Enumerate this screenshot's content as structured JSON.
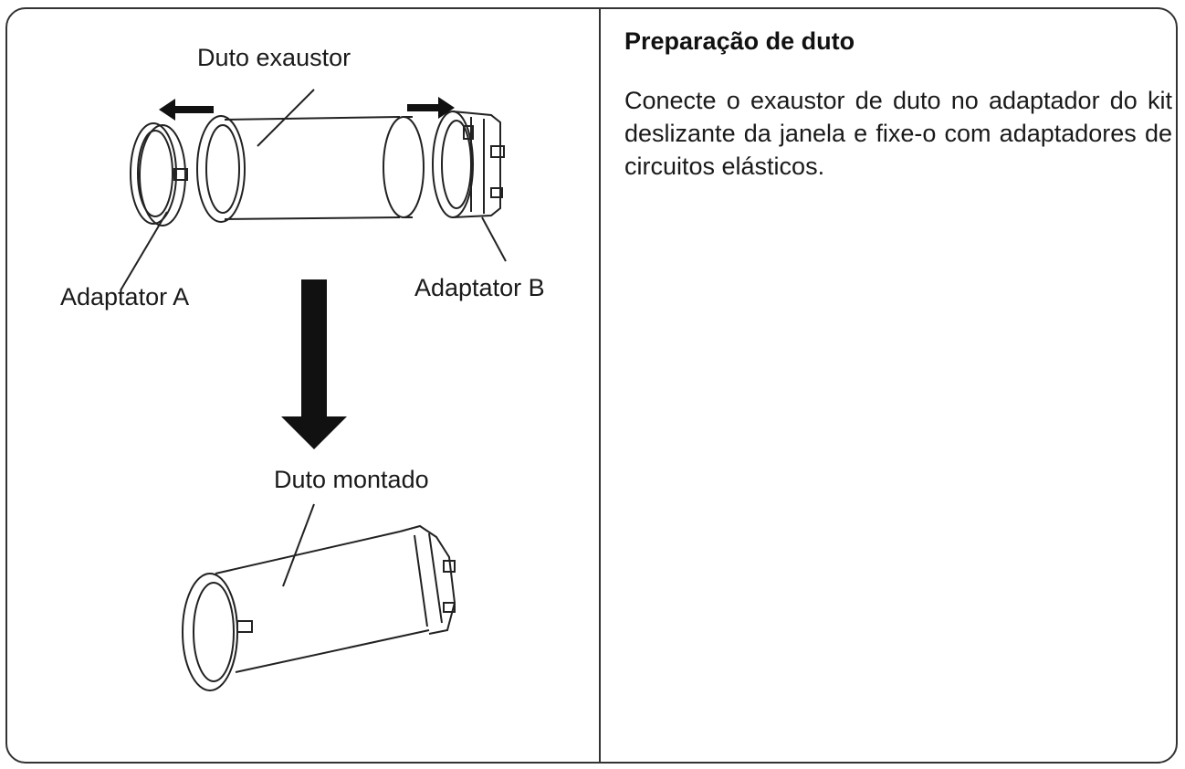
{
  "figure": {
    "label_duct": "Duto exaustor",
    "label_adapter_a": "Adaptator A",
    "label_adapter_b": "Adaptator B",
    "label_assembled": "Duto montado"
  },
  "section": {
    "title": "Preparação de duto",
    "body": "Conecte o exaustor de duto no adaptador do kit deslizante da janela e fixe-o com adaptadores de circuitos elásticos."
  },
  "icons": {
    "arrow_left": "arrow-left-icon",
    "arrow_right": "arrow-right-icon",
    "arrow_down": "arrow-down-icon"
  }
}
